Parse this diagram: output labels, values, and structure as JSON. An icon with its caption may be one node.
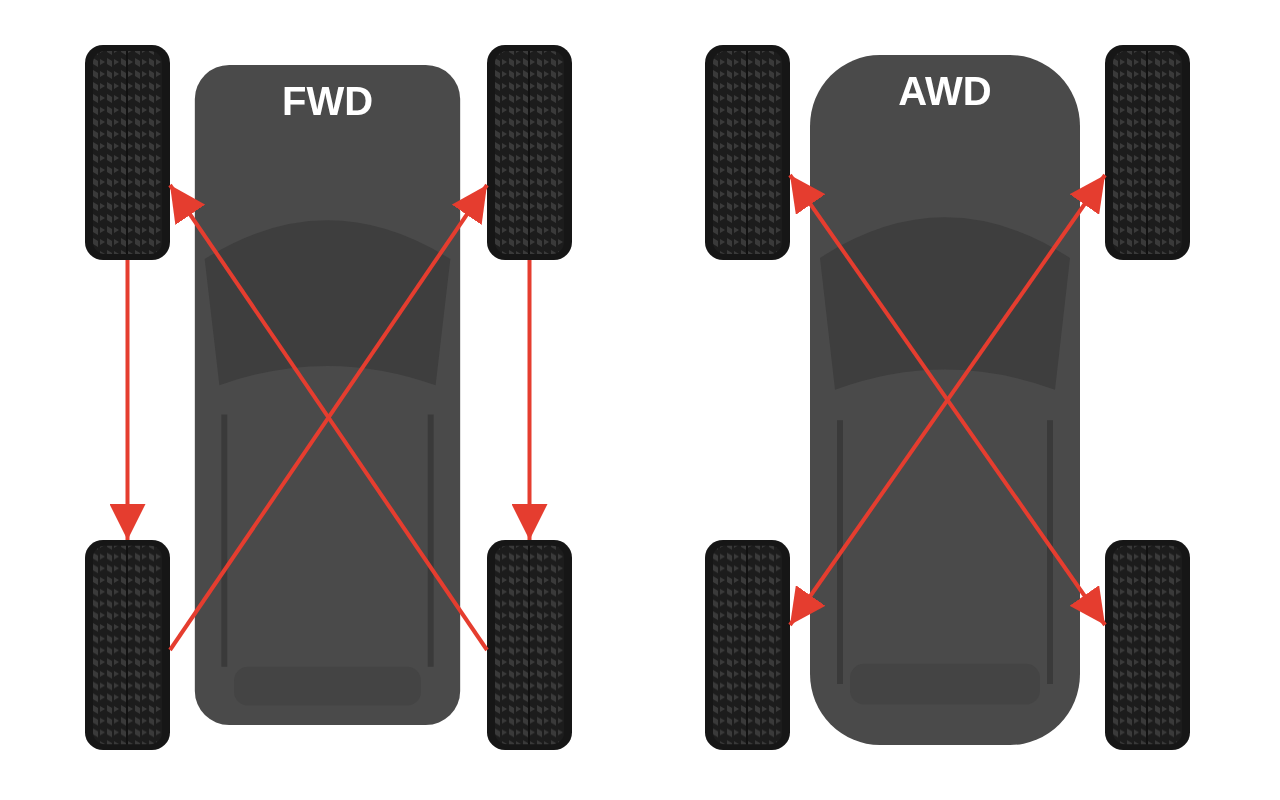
{
  "diagram": {
    "nodes": [
      {
        "text": [],
        "shape": "picture"
      },
      {
        "text": [],
        "shape": "picture"
      },
      {
        "text": [],
        "shape": "picture"
      },
      {
        "text": [],
        "shape": "picture"
      },
      {
        "text": [],
        "shape": "picture"
      },
      {
        "text": [],
        "shape": "picture"
      },
      {
        "text": [],
        "shape": "picture"
      },
      {
        "text": [],
        "shape": "picture"
      }
    ],
    "edges": [
      {
        "from": 0,
        "to": 2,
        "arrow": "to"
      },
      {
        "from": 1,
        "to": 3,
        "arrow": "to"
      },
      {
        "from": 2,
        "to": 1,
        "arrow": "to"
      },
      {
        "from": 3,
        "to": 0,
        "arrow": "to"
      },
      {
        "from": 4,
        "to": 7,
        "arrow": "both"
      },
      {
        "from": 5,
        "to": 6,
        "arrow": "both"
      }
    ],
    "labels": [
      "FWD",
      "AWD"
    ]
  }
}
